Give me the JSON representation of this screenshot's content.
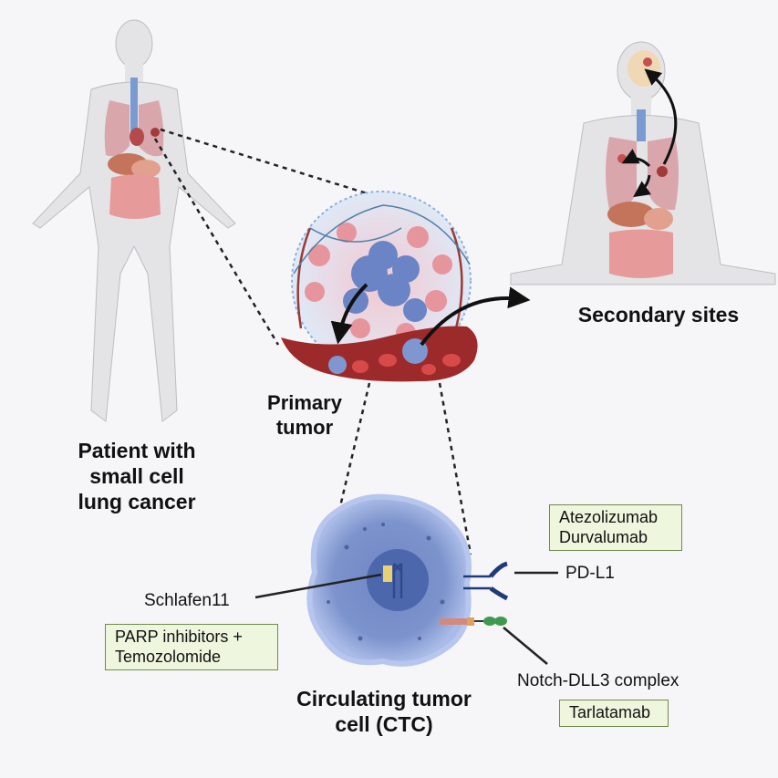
{
  "labels": {
    "patient": [
      "Patient with",
      "small cell",
      "lung cancer"
    ],
    "primary_tumor": [
      "Primary",
      "tumor"
    ],
    "secondary_sites": "Secondary sites",
    "ctc": [
      "Circulating tumor",
      "cell (CTC)"
    ]
  },
  "targets": {
    "schlafen": "Schlafen11",
    "pdl1": "PD-L1",
    "notch": "Notch-DLL3 complex"
  },
  "drugs": {
    "pdl1": [
      "Atezolizumab",
      "Durvalumab"
    ],
    "schlafen": [
      "PARP inhibitors +",
      "Temozolomide"
    ],
    "notch": [
      "Tarlatamab"
    ]
  }
}
